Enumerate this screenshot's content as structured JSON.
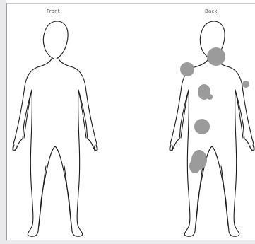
{
  "labels": {
    "front": "Front",
    "back": "Back"
  },
  "colors": {
    "outline": "#1a1a1a",
    "marker": "#9b9b9b",
    "edge": "#e9e9eb"
  },
  "marker_count": 8
}
